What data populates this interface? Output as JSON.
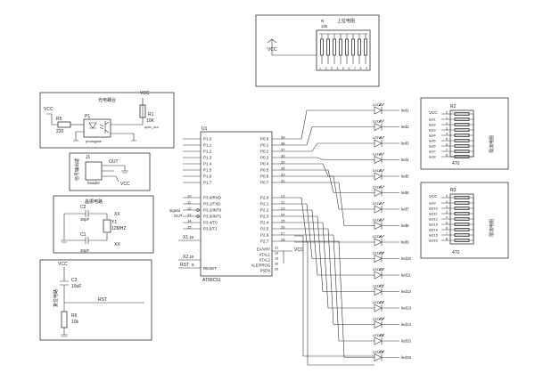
{
  "resistor_array_block": {
    "vcc": "VCC",
    "ref": "R",
    "value": "10k",
    "title": "上拉电阻",
    "pins": [
      "1",
      "2",
      "3",
      "4",
      "5",
      "6",
      "7",
      "8",
      "9"
    ]
  },
  "opto_block": {
    "title": "光电耦合",
    "vcc_left": "VCC",
    "vcc_right": "VCC",
    "r5": "R5",
    "r5_value": "220",
    "p1": "P1",
    "p1_sub": "photogate",
    "r1": "R1",
    "r1_value": "10K",
    "r1_sub": "opto_out"
  },
  "output_block": {
    "ref": "J1",
    "title": "信号输出端",
    "out": "OUT",
    "sub": "header",
    "vcc": "VCC"
  },
  "crystal_block": {
    "title": "晶振电路",
    "c2": "C2",
    "c2_value": "30pF",
    "c1": "C1",
    "c1_value": "30pF",
    "y1": "Y1",
    "y1_value": "12MHZ",
    "xtal1": "XX",
    "xtal2": "XX"
  },
  "reset_block": {
    "title": "复位电路",
    "vcc": "VCC",
    "c3": "C3",
    "c3_value": "10uF",
    "rst": "RST",
    "r6": "R6",
    "r6_value": "10k"
  },
  "mcu": {
    "ref": "U1",
    "part": "AT89C51",
    "left_p1": [
      "P1.0",
      "P1.1",
      "P1.2",
      "P1.3",
      "P1.4",
      "P1.5",
      "P1.6",
      "P1.7"
    ],
    "left_p3": [
      "P3.0/RXD",
      "P3.1/TXD",
      "P3.2/INT0",
      "P3.3/INT1",
      "P3.4/T0",
      "P3.5/T1"
    ],
    "left_p3_nums": [
      "10",
      "11",
      "12",
      "13",
      "14",
      "15"
    ],
    "ext_signal_a": "signal",
    "ext_signal_b": "OUT",
    "x1_pin": "X1",
    "x1_num": "19",
    "x2_pin": "X2",
    "x2_num": "18",
    "rst_pin": "RST",
    "rst_num": "9",
    "rst_label": "RESET",
    "right_p0": [
      "P0.0",
      "P0.1",
      "P0.2",
      "P0.3",
      "P0.4",
      "P0.5",
      "P0.6",
      "P0.7"
    ],
    "right_p0_nums": [
      "39",
      "38",
      "37",
      "36",
      "35",
      "34",
      "33",
      "32"
    ],
    "right_p2": [
      "P2.0",
      "P2.1",
      "P2.2",
      "P2.3",
      "P2.4",
      "P2.5",
      "P2.6",
      "P2.7"
    ],
    "right_p2_nums": [
      "21",
      "22",
      "23",
      "24",
      "25",
      "26",
      "27",
      "28"
    ],
    "ctrl": [
      "EA/VPP",
      "XTAL1",
      "XTAL2",
      "ALE/PROG",
      "PSEN"
    ],
    "ctrl_nums": [
      "31",
      "19",
      "18",
      "30",
      "29"
    ],
    "vcc": "VCC"
  },
  "led_column": {
    "leds": [
      "LED1",
      "LED2",
      "LED3",
      "LED4",
      "LED5",
      "LED6",
      "LED7",
      "LED8",
      "LED9",
      "LED10",
      "LED11",
      "LED12",
      "LED13",
      "LED14",
      "LED15",
      "LED16"
    ],
    "nets": [
      "led1",
      "led2",
      "led3",
      "led4",
      "led5",
      "led6",
      "led7",
      "led8",
      "led9",
      "led10",
      "led11",
      "led12",
      "led13",
      "led14",
      "led15",
      "led16"
    ]
  },
  "resistor_net_top": {
    "ref": "R2",
    "vcc": "VCC",
    "value": "470",
    "title": "限流电阻",
    "nets": [
      "led1",
      "led2",
      "led3",
      "led4",
      "led5",
      "led6",
      "led7",
      "led8"
    ],
    "pins": [
      "0",
      "1",
      "2",
      "3",
      "4",
      "5",
      "6",
      "7",
      "8"
    ]
  },
  "resistor_net_bottom": {
    "ref": "R3",
    "vcc": "VCC",
    "value": "470",
    "title": "限流电阻",
    "nets": [
      "led9",
      "led10",
      "led11",
      "led12",
      "led13",
      "led14",
      "led15",
      "led16"
    ],
    "pins": [
      "0",
      "1",
      "2",
      "3",
      "4",
      "5",
      "6",
      "7",
      "8"
    ]
  }
}
